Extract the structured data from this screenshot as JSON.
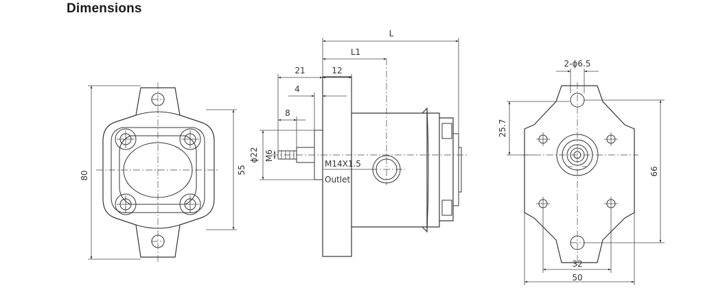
{
  "page": {
    "title": "Dimensions"
  },
  "front_view": {
    "height_dim": "80",
    "inner_height_dim": "55"
  },
  "side_view": {
    "overall_length": "L",
    "length_l1": "L1",
    "dim_21": "21",
    "dim_12": "12",
    "dim_4": "4",
    "dim_8": "8",
    "shaft_diameter": "ϕ22",
    "shaft_thread": "M6",
    "outlet_thread": "M14X1.5",
    "outlet_label": "Outlet"
  },
  "rear_view": {
    "holes": "2-ϕ6.5",
    "dim_25_7": "25.7",
    "dim_66": "66",
    "dim_32": "32",
    "dim_50": "50"
  },
  "colors": {
    "line": "#333333",
    "text": "#333333",
    "title": "#1a1a1a"
  }
}
